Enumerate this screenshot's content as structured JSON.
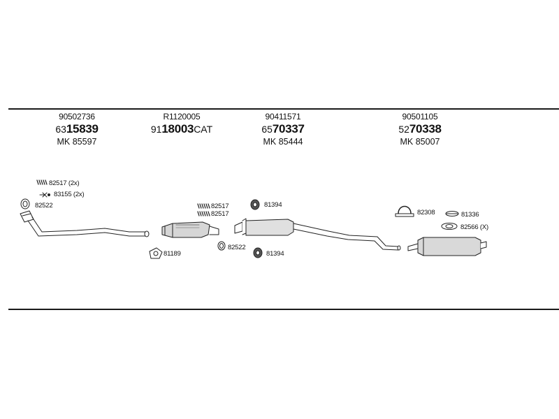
{
  "columns": [
    {
      "ref": "90502736",
      "prefix": "63",
      "bold": "15839",
      "suffix": "",
      "mk": "MK 85597"
    },
    {
      "ref": "R1120005",
      "prefix": "91",
      "bold": "18003",
      "suffix": "CAT",
      "mk": ""
    },
    {
      "ref": "90411571",
      "prefix": "65",
      "bold": "70337",
      "suffix": "",
      "mk": "MK 85444"
    },
    {
      "ref": "90501105",
      "prefix": "52",
      "bold": "70338",
      "suffix": "",
      "mk": "MK 85007"
    }
  ],
  "parts": {
    "p82517_2x": "82517 (2x)",
    "p83155_2x": "83155 (2x)",
    "p82522_a": "82522",
    "p81189": "81189",
    "p82517_a": "82517",
    "p82517_b": "82517",
    "p82522_b": "82522",
    "p81394_a": "81394",
    "p81394_b": "81394",
    "p82308": "82308",
    "p81336": "81336",
    "p82566_x": "82566 (X)"
  }
}
